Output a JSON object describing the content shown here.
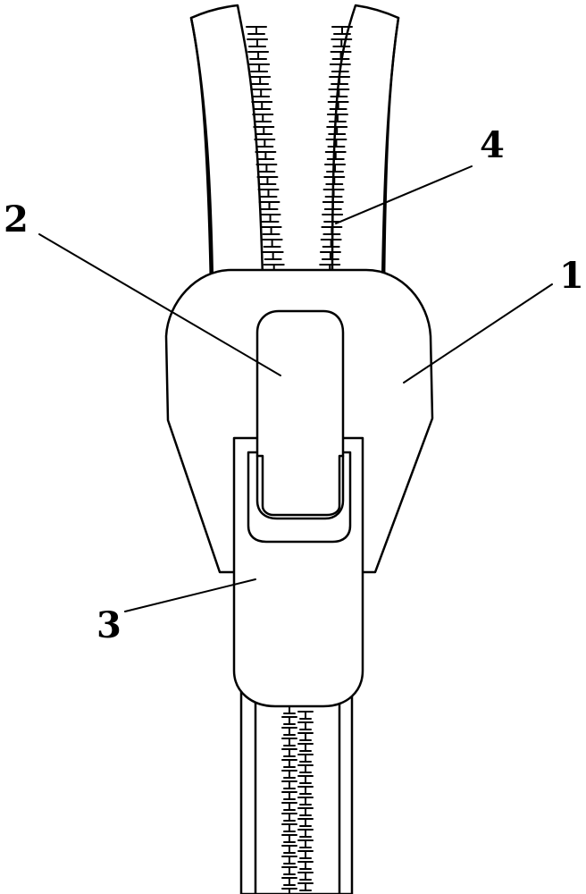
{
  "figure": {
    "labels": {
      "slider_body": "1",
      "pull_tab_cover": "2",
      "puller": "3",
      "zipper_teeth": "4"
    }
  },
  "colors": {
    "stroke": "#000000",
    "fill": "#ffffff"
  }
}
